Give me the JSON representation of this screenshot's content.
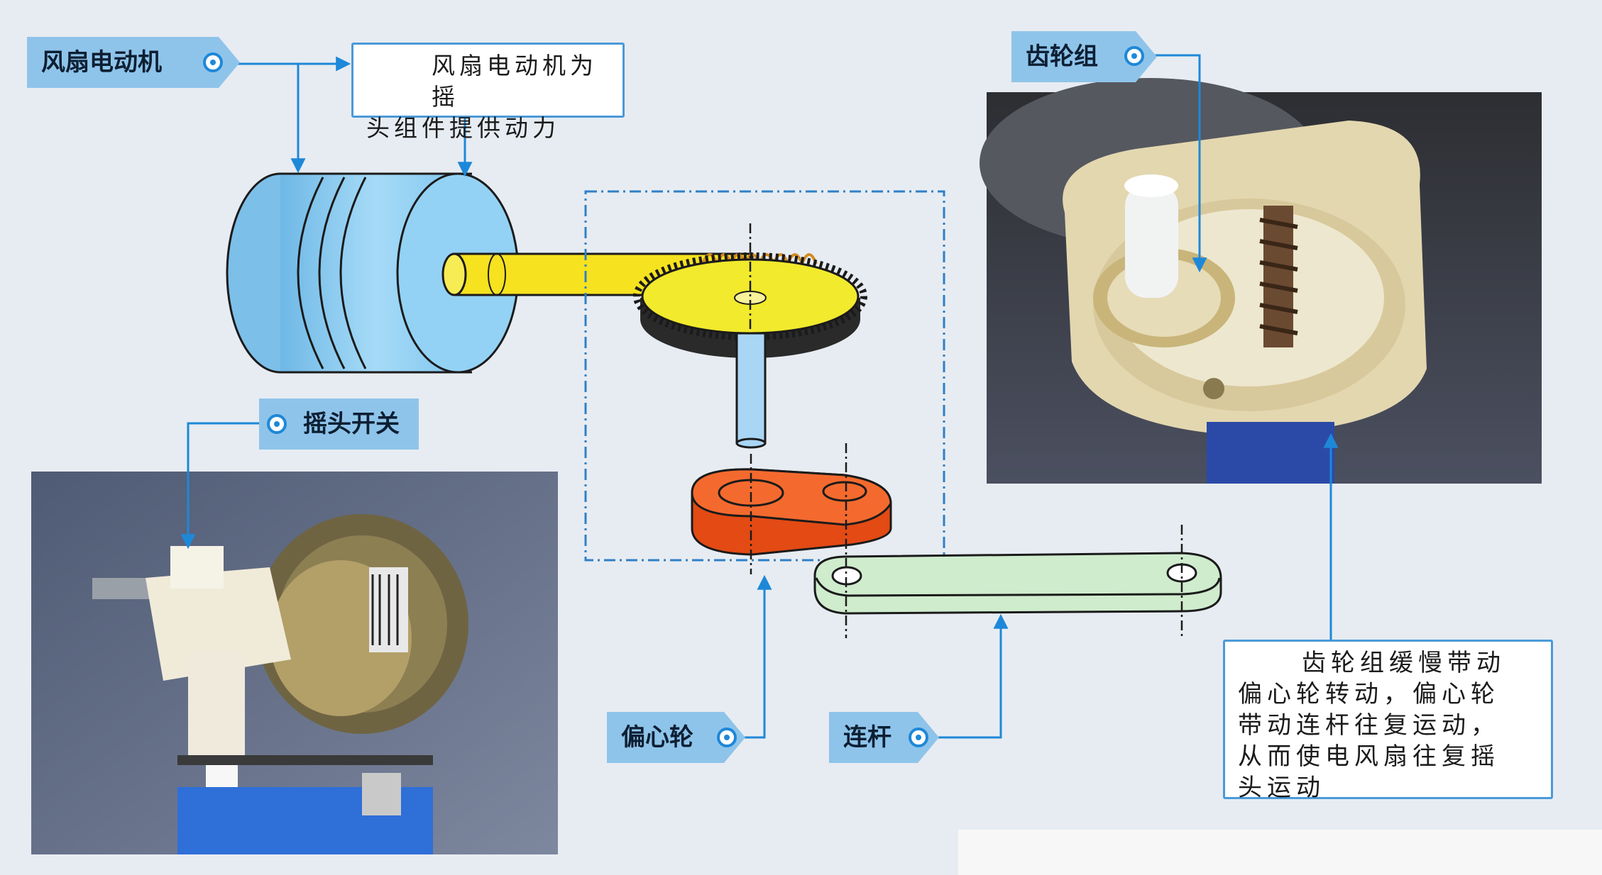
{
  "labels": {
    "motor": "风扇电动机",
    "switch": "摇头开关",
    "gears": "齿轮组",
    "eccentric": "偏心轮",
    "link": "连杆"
  },
  "notes": {
    "motor_line1": "风扇电动机为摇",
    "motor_line2": "头组件提供动力",
    "gears_line1": "齿轮组缓慢带动",
    "gears_line2": "偏心轮转动，偏心轮",
    "gears_line3": "带动连杆往复运动，",
    "gears_line4": "从而使电风扇往复摇",
    "gears_line5": "头运动"
  },
  "colors": {
    "label_bg": "#8fc4ea",
    "accent_line": "#1e88d8",
    "motor_body": "#8fd0f3",
    "shaft": "#f6e21f",
    "gear": "#f2ea2c",
    "eccentric_wheel": "#f05a1e",
    "connecting_rod": "#cfeccd",
    "vertical_shaft": "#a9d6f5"
  },
  "icons": {
    "callout_bullet": "target-circle-icon"
  }
}
